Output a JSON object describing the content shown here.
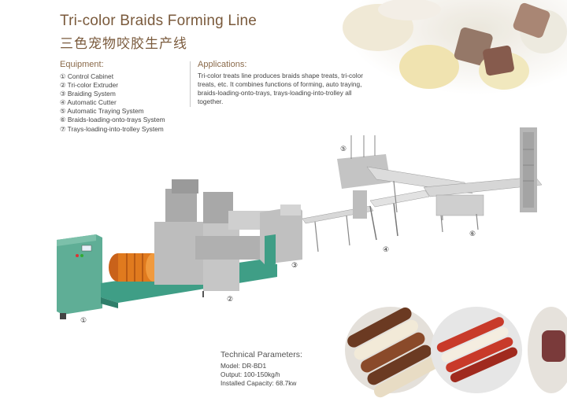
{
  "title_en": "Tri-color Braids Forming Line",
  "title_cn": "三色宠物咬胶生产线",
  "equipment": {
    "heading": "Equipment:",
    "items": [
      "① Control Cabinet",
      "② Tri-color Extruder",
      "③ Braiding System",
      "④ Automatic Cutter",
      "⑤ Automatic Traying System",
      "⑥ Braids-loading-onto-trays System",
      "⑦ Trays-loading-into-trolley System"
    ]
  },
  "applications": {
    "heading": "Applications:",
    "text": "Tri-color treats line produces braids shape treats, tri-color treats, etc. It combines functions of forming, auto traying, braids-loading-onto-trays, trays-loading-into-trolley all together."
  },
  "technical": {
    "heading": "Technical Parameters:",
    "items": [
      "Model: DR-BD1",
      "Output: 100-150kg/h",
      "Installed Capacity: 68.7kw"
    ]
  },
  "callouts": [
    "①",
    "②",
    "③",
    "④",
    "⑤",
    "⑥"
  ],
  "colors": {
    "title": "#7a5a3c",
    "machine_green": "#3f9e86",
    "motor_orange": "#e07a1e",
    "steel": "#b8b8b8"
  }
}
